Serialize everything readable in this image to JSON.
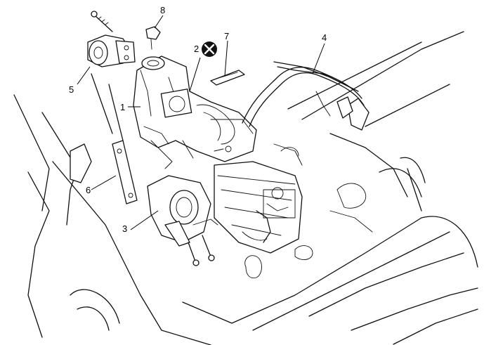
{
  "callouts": {
    "c1": "1",
    "c2": "2",
    "c3": "3",
    "c4": "4",
    "c5": "5",
    "c6": "6",
    "c7": "7",
    "c8": "8"
  },
  "discard_symbol": "discard-x-icon"
}
